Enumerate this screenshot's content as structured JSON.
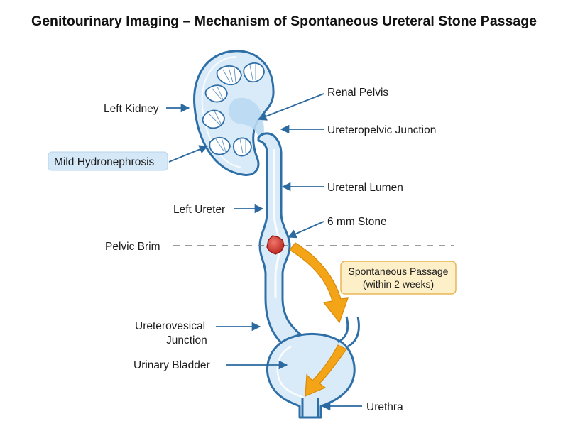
{
  "title": "Genitourinary Imaging – Mechanism of Spontaneous Ureteral Stone Passage",
  "labels": {
    "left_kidney": "Left Kidney",
    "renal_pelvis": "Renal Pelvis",
    "ureteropelvic_junction": "Ureteropelvic Junction",
    "mild_hydronephrosis": "Mild Hydronephrosis",
    "ureteral_lumen": "Ureteral Lumen",
    "left_ureter": "Left Ureter",
    "stone": "6 mm Stone",
    "pelvic_brim": "Pelvic Brim",
    "passage_line1": "Spontaneous Passage",
    "passage_line2": "(within 2 weeks)",
    "uvj_line1": "Ureterovesical",
    "uvj_line2": "Junction",
    "urinary_bladder": "Urinary Bladder",
    "urethra": "Urethra"
  },
  "colors": {
    "outline": "#2f6fa8",
    "tissue_fill": "#d9ebf8",
    "tissue_light": "#eef6fc",
    "arrow": "#2b6aa0",
    "stone": "#d23a30",
    "passage_arrow": "#f3a417",
    "callout_fill": "#fdf0c8",
    "callout_border": "#e8b556",
    "highlight_box": "#d5e8f7"
  }
}
